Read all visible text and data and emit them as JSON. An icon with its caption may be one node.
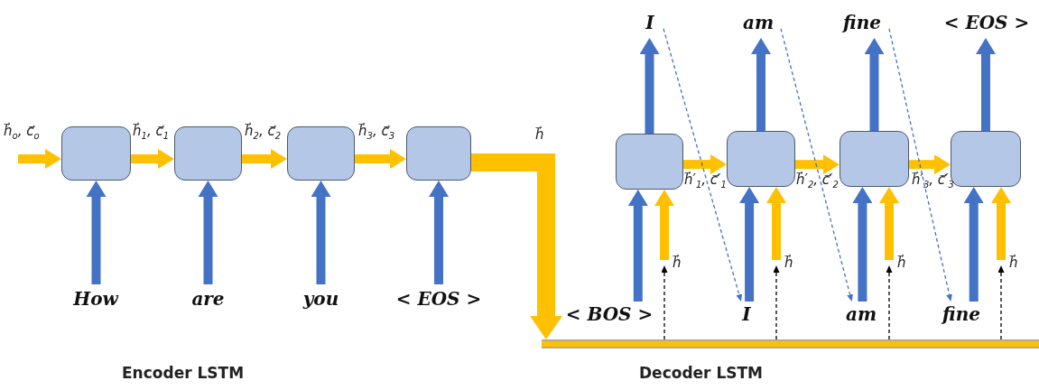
{
  "diagram": {
    "nodes": [
      {
        "text": [],
        "shape": "box"
      },
      {
        "text": [],
        "shape": "box"
      },
      {
        "text": [],
        "shape": "box"
      },
      {
        "text": [],
        "shape": "box"
      },
      {
        "text": [
          "How"
        ]
      },
      {
        "text": [
          "are"
        ]
      },
      {
        "text": [
          "you"
        ]
      },
      {
        "text": [
          "< EOS >"
        ]
      },
      {
        "text": [],
        "shape": "box"
      },
      {
        "text": [],
        "shape": "box"
      },
      {
        "text": [],
        "shape": "box"
      },
      {
        "text": [],
        "shape": "box"
      },
      {
        "text": [
          "I"
        ]
      },
      {
        "text": [
          "am"
        ]
      },
      {
        "text": [
          "fine"
        ]
      },
      {
        "text": [
          "< EOS >"
        ]
      },
      {
        "text": [
          "< BOS >"
        ]
      },
      {
        "text": [
          "I"
        ]
      },
      {
        "text": [
          "am"
        ]
      },
      {
        "text": [
          "fine"
        ]
      },
      {
        "text": [],
        "shape": "bar"
      }
    ],
    "edges": [
      {
        "from": null,
        "to": 0,
        "arrow": "to",
        "label": "h⃗$_{o}$, c⃗$_{o}$",
        "color": "#ffc000"
      },
      {
        "from": 0,
        "to": 1,
        "arrow": "to",
        "label": "h⃗$_{1}$, c⃗$_{1}$",
        "color": "#ffc000"
      },
      {
        "from": 1,
        "to": 2,
        "arrow": "to",
        "label": "h⃗$_{2}$, c⃗$_{2}$",
        "color": "#ffc000"
      },
      {
        "from": 2,
        "to": 3,
        "arrow": "to",
        "label": "h⃗$_{3}$, c⃗$_{3}$",
        "color": "#ffc000"
      },
      {
        "from": 4,
        "to": 0,
        "arrow": "to",
        "color": "#4472c4"
      },
      {
        "from": 5,
        "to": 1,
        "arrow": "to",
        "color": "#4472c4"
      },
      {
        "from": 6,
        "to": 2,
        "arrow": "to",
        "color": "#4472c4"
      },
      {
        "from": 7,
        "to": 3,
        "arrow": "to",
        "color": "#4472c4"
      },
      {
        "from": 3,
        "to": 20,
        "arrow": "to",
        "label": "h⃗",
        "style": "thick",
        "color": "#ffc000"
      },
      {
        "from": 8,
        "to": 9,
        "arrow": "to",
        "label": "h⃗′$_{1}$, c⃗′$_{1}$",
        "color": "#ffc000"
      },
      {
        "from": 9,
        "to": 10,
        "arrow": "to",
        "label": "h⃗′$_{2}$, c⃗′$_{2}$",
        "color": "#ffc000"
      },
      {
        "from": 10,
        "to": 11,
        "arrow": "to",
        "label": "h⃗′$_{3}$, c⃗′$_{3}$",
        "color": "#ffc000"
      },
      {
        "from": 8,
        "to": 12,
        "arrow": "to",
        "color": "#4472c4"
      },
      {
        "from": 9,
        "to": 13,
        "arrow": "to",
        "color": "#4472c4"
      },
      {
        "from": 10,
        "to": 14,
        "arrow": "to",
        "color": "#4472c4"
      },
      {
        "from": 11,
        "to": 15,
        "arrow": "to",
        "color": "#4472c4"
      },
      {
        "from": 16,
        "to": 8,
        "arrow": "to",
        "color": "#4472c4"
      },
      {
        "from": 17,
        "to": 9,
        "arrow": "to",
        "color": "#4472c4"
      },
      {
        "from": 18,
        "to": 10,
        "arrow": "to",
        "color": "#4472c4"
      },
      {
        "from": 19,
        "to": 11,
        "arrow": "to",
        "color": "#4472c4"
      },
      {
        "from": null,
        "to": 8,
        "arrow": "to",
        "label": "h⃗",
        "color": "#ffc000"
      },
      {
        "from": null,
        "to": 9,
        "arrow": "to",
        "label": "h⃗",
        "color": "#ffc000"
      },
      {
        "from": null,
        "to": 10,
        "arrow": "to",
        "label": "h⃗",
        "color": "#ffc000"
      },
      {
        "from": null,
        "to": 11,
        "arrow": "to",
        "label": "h⃗",
        "color": "#ffc000"
      },
      {
        "from": 20,
        "to": null,
        "arrow": "to",
        "style": "dashed",
        "color": "#000000"
      },
      {
        "from": 20,
        "to": null,
        "arrow": "to",
        "style": "dashed",
        "color": "#000000"
      },
      {
        "from": 20,
        "to": null,
        "arrow": "to",
        "style": "dashed",
        "color": "#000000"
      },
      {
        "from": 20,
        "to": null,
        "arrow": "to",
        "style": "dashed",
        "color": "#000000"
      },
      {
        "from": 12,
        "to": 17,
        "arrow": "to",
        "style": "dashed",
        "color": "#4472c4"
      },
      {
        "from": 13,
        "to": 18,
        "arrow": "to",
        "style": "dashed",
        "color": "#4472c4"
      },
      {
        "from": 14,
        "to": 19,
        "arrow": "to",
        "style": "dashed",
        "color": "#4472c4"
      }
    ],
    "labels": [
      "Encoder LSTM",
      "Decoder LSTM"
    ]
  }
}
